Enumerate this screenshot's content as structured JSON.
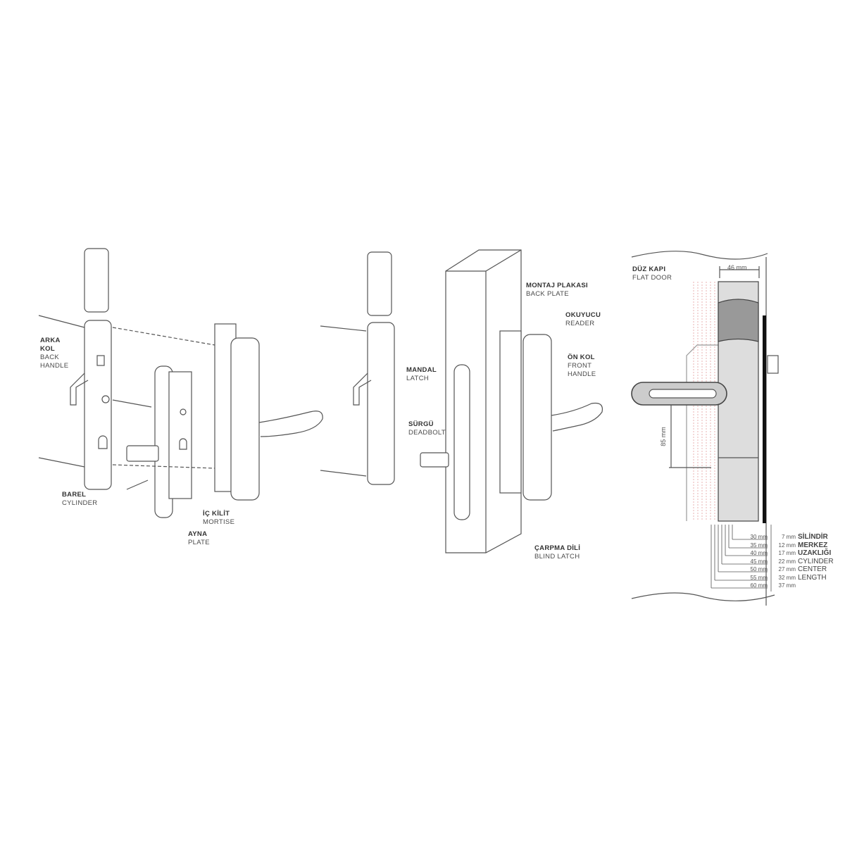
{
  "left_assembly": {
    "back_handle": {
      "tr1": "ARKA",
      "tr2": "KOL",
      "en1": "BACK",
      "en2": "HANDLE"
    },
    "cylinder": {
      "tr": "BAREL",
      "en": "CYLINDER"
    },
    "mortise": {
      "tr": "İÇ KİLİT",
      "en": "MORTISE"
    },
    "plate": {
      "tr": "AYNA",
      "en": "PLATE"
    }
  },
  "middle_assembly": {
    "back_plate": {
      "tr": "MONTAJ PLAKASI",
      "en": "BACK PLATE"
    },
    "reader": {
      "tr": "OKUYUCU",
      "en": "READER"
    },
    "front_handle": {
      "tr": "ÖN KOL",
      "en1": "FRONT",
      "en2": "HANDLE"
    },
    "latch": {
      "tr": "MANDAL",
      "en": "LATCH"
    },
    "deadbolt": {
      "tr": "SÜRGÜ",
      "en": "DEADBOLT"
    },
    "blind_latch": {
      "tr": "ÇARPMA DİLİ",
      "en": "BLIND LATCH"
    }
  },
  "flat_door": {
    "title_tr": "DÜZ KAPI",
    "title_en": "FLAT DOOR",
    "width_dim": "46 mm",
    "handle_dim": "85 mm",
    "table": {
      "rows": [
        {
          "door": "30 mm",
          "center": "7 mm",
          "label": "SİLİNDİR"
        },
        {
          "door": "35 mm",
          "center": "12 mm",
          "label": "MERKEZ"
        },
        {
          "door": "40 mm",
          "center": "17 mm",
          "label": "UZAKLIĞI"
        },
        {
          "door": "45 mm",
          "center": "22 mm",
          "label": "CYLINDER"
        },
        {
          "door": "50 mm",
          "center": "27 mm",
          "label": "CENTER"
        },
        {
          "door": "55 mm",
          "center": "32 mm",
          "label": "LENGTH"
        },
        {
          "door": "60 mm",
          "center": "37 mm",
          "label": ""
        }
      ]
    }
  }
}
